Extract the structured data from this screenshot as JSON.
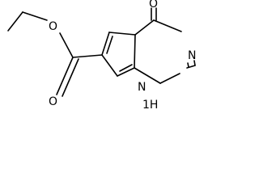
{
  "molecule": {
    "atoms": {
      "ester_oxygen": "O",
      "carbonyl_oxygen": "O",
      "ring_carbonyl_oxygen": "O",
      "ring_nitrogen_top": "N",
      "ring_nitrogen_bottom": "N",
      "nh_group": "1H"
    }
  },
  "colors": {
    "background": "#ffffff",
    "bonds": "#000000",
    "labels": "#000000"
  }
}
